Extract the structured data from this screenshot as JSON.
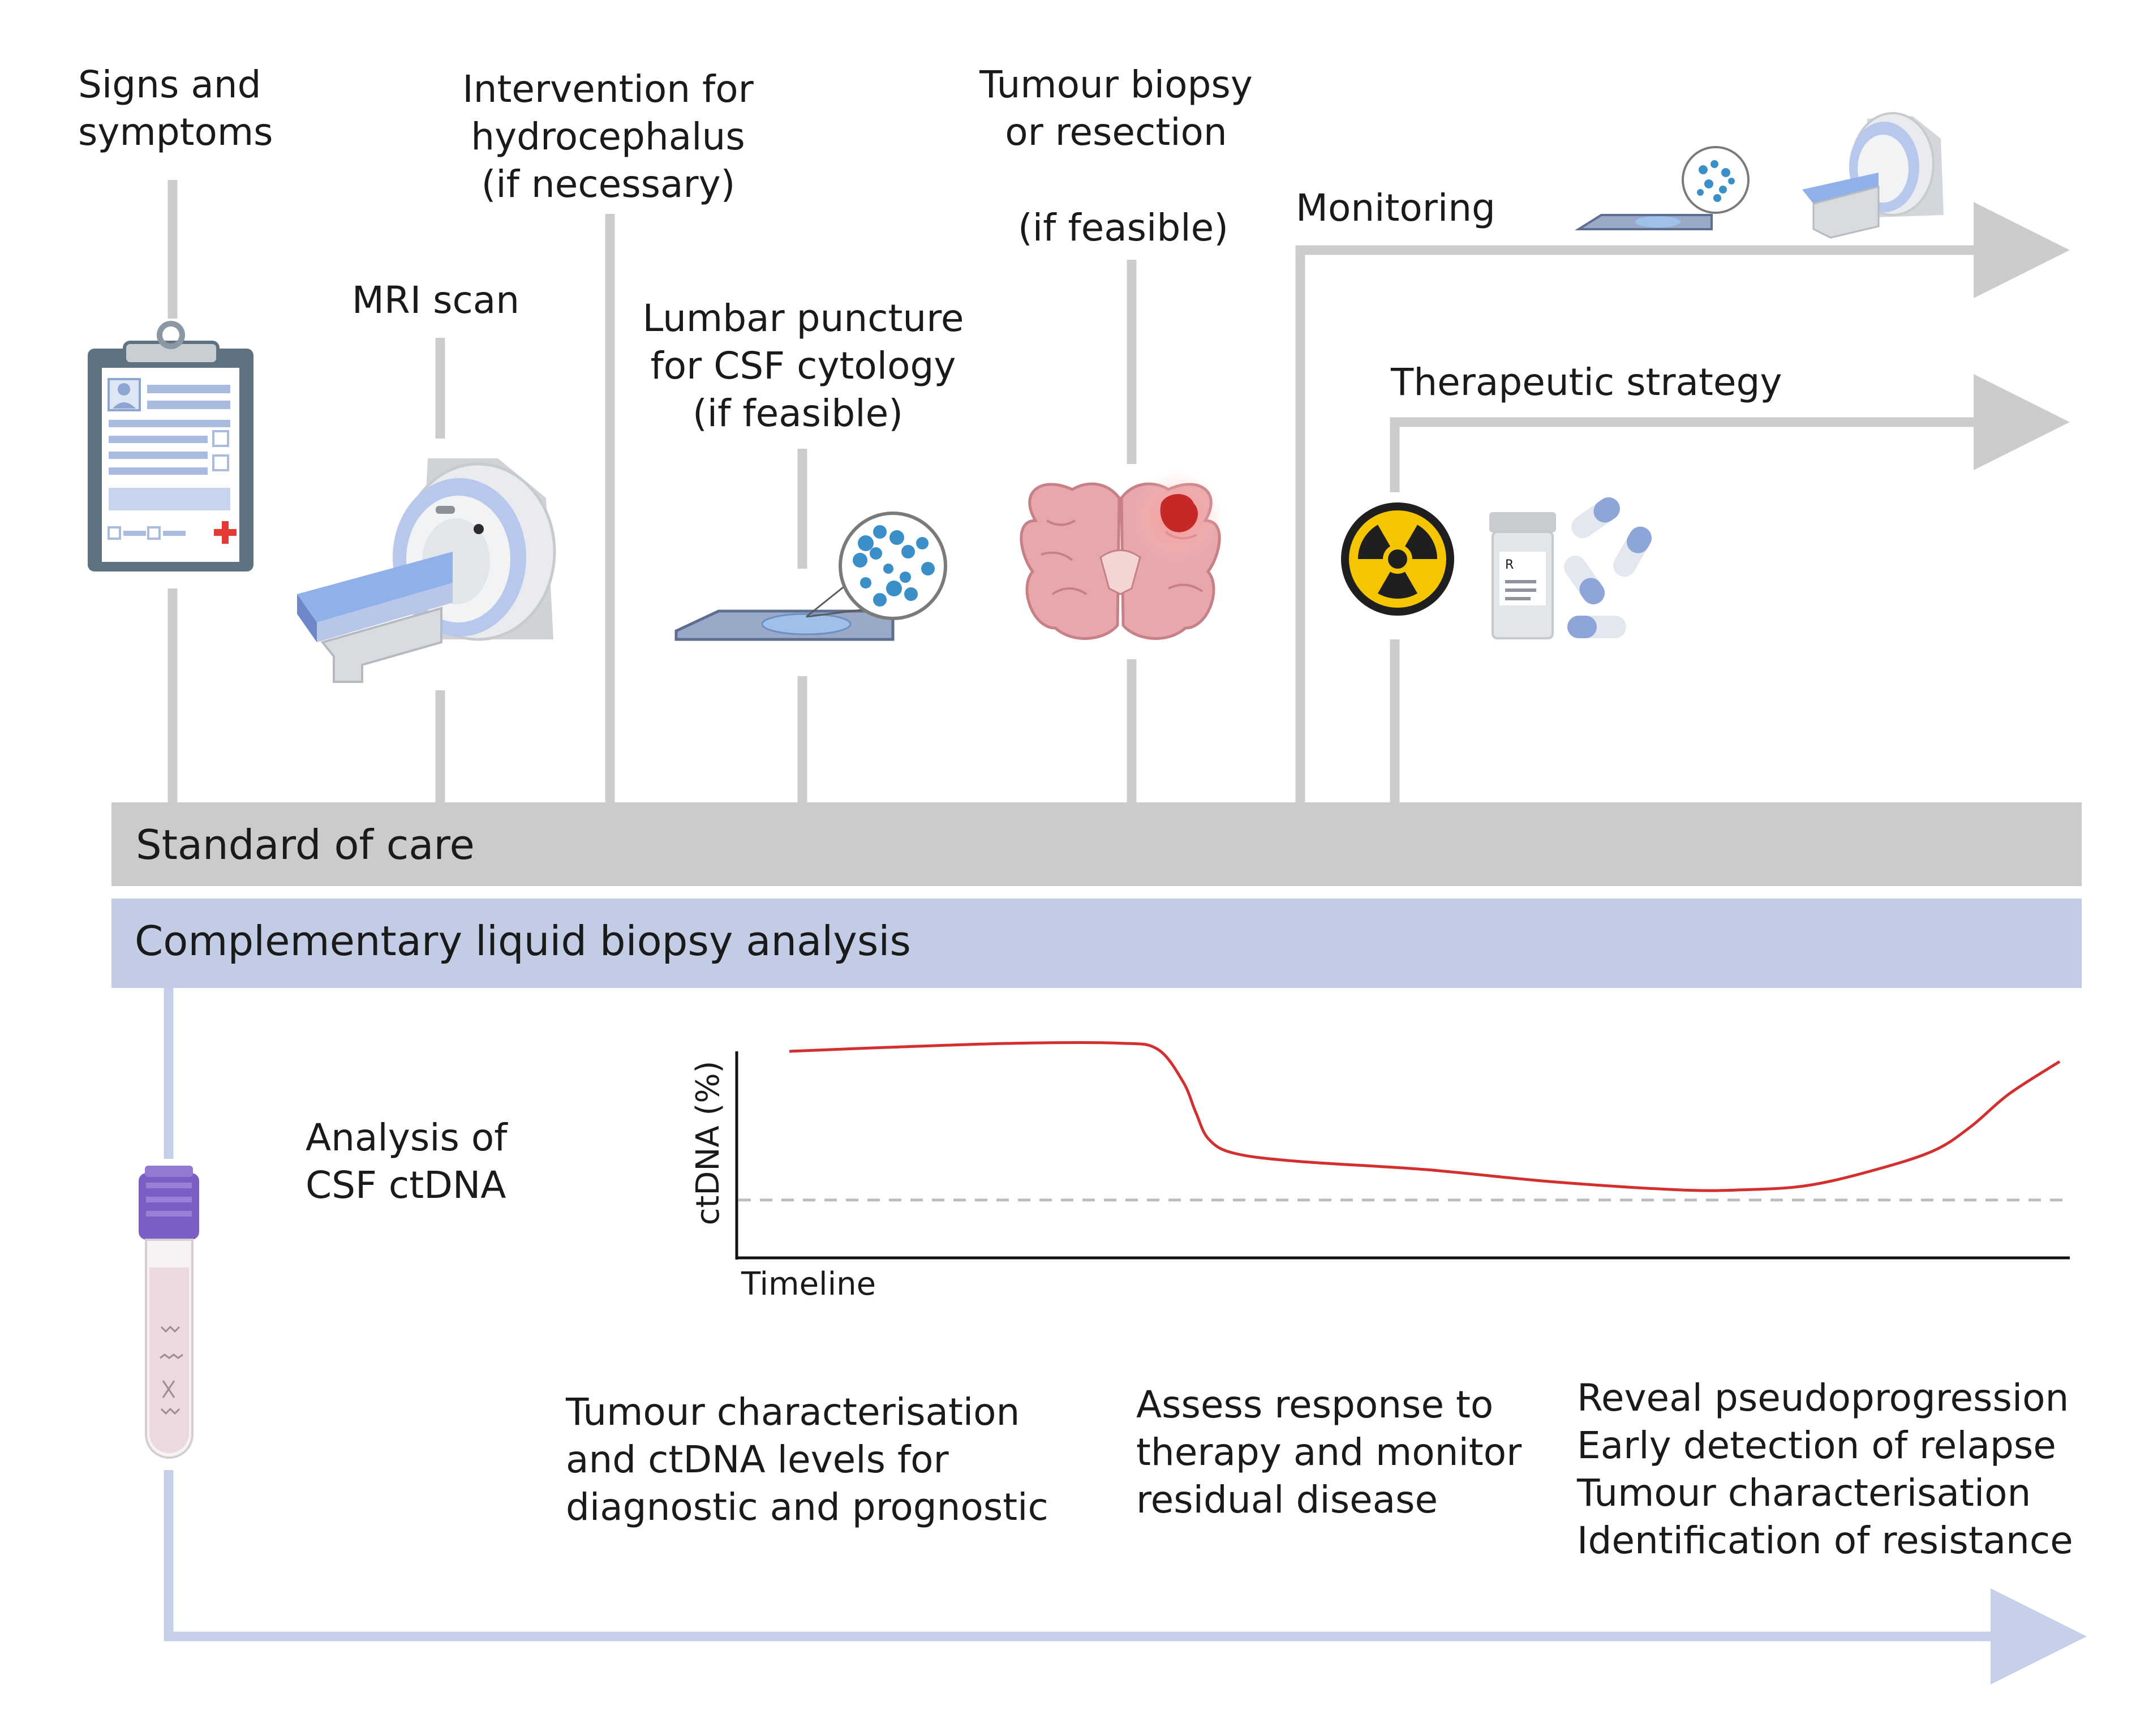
{
  "timeline": {
    "signs": [
      "Signs and",
      "symptoms"
    ],
    "mri": [
      "MRI scan"
    ],
    "hydro": [
      "Intervention for",
      "hydrocephalus",
      "(if necessary)"
    ],
    "lumbar": [
      "Lumbar puncture",
      "for CSF cytology",
      "(if feasible)"
    ],
    "biopsy": [
      "Tumour biopsy",
      "or resection",
      "(if feasible)"
    ],
    "monitoring": "Monitoring",
    "therapeutic": "Therapeutic strategy"
  },
  "bands": {
    "standard": "Standard of care",
    "liquid": "Complementary liquid biopsy analysis"
  },
  "analysis": [
    "Analysis of",
    "CSF ctDNA"
  ],
  "chart_data": {
    "type": "line",
    "xlabel": "Timeline",
    "ylabel": "ctDNA (%)",
    "xlim": [
      0,
      100
    ],
    "ylim": [
      0,
      100
    ],
    "series": [
      {
        "x": [
          0,
          8,
          18,
          26,
          29,
          31,
          32,
          33,
          35,
          40,
          50,
          60,
          70,
          75,
          80,
          85,
          90,
          93,
          96,
          100
        ],
        "values": [
          95,
          97,
          99,
          99,
          96,
          80,
          65,
          52,
          45,
          41,
          37,
          31,
          27,
          27,
          29,
          36,
          46,
          58,
          74,
          90
        ]
      }
    ],
    "threshold": 22,
    "colors": {
      "line": "#d32f2f",
      "threshold": "#bdbdbd"
    }
  },
  "bottom_texts": {
    "diag": [
      "Tumour characterisation",
      "and ctDNA levels for",
      "diagnostic and prognostic"
    ],
    "response": [
      "Assess response to",
      "therapy and monitor",
      "residual disease"
    ],
    "relapse": [
      "Reveal pseudoprogression",
      "Early detection of relapse",
      "Tumour characterisation",
      "Identification of resistance"
    ]
  },
  "colors": {
    "grey_line": "#cccccc",
    "grey_band": "#cbcbcb",
    "blue_band": "#c2cde5",
    "blue_line": "#c5d0e8",
    "tumour": "#c62828"
  },
  "icons": [
    "clipboard-icon",
    "mri-scanner-icon",
    "microscope-slide-icon",
    "brain-tumour-icon",
    "radiation-icon",
    "pill-bottle-icon",
    "csf-tube-icon"
  ]
}
